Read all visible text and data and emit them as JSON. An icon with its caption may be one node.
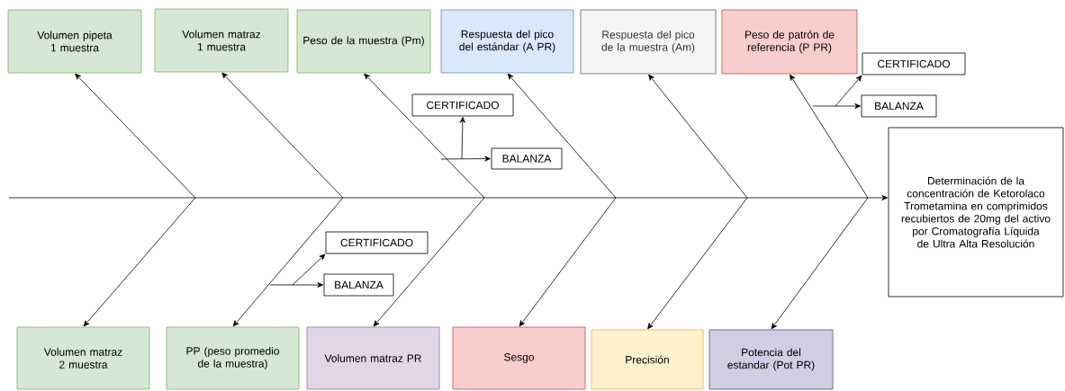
{
  "diagram": {
    "nodes": [
      {
        "text": [
          "Volumen pipeta 1 muestra"
        ]
      },
      {
        "text": [
          "Volumen matraz 1 muestra"
        ]
      },
      {
        "text": [
          "Peso de la muestra (Pm)"
        ]
      },
      {
        "text": [
          "Respuesta del pico del estándar (A PR)"
        ]
      },
      {
        "text": [
          "Respuesta del pico de la muestra (Am)"
        ]
      },
      {
        "text": [
          "Peso de patrón de referencia (P PR)"
        ]
      },
      {
        "text": [
          "CERTIFICADO"
        ]
      },
      {
        "text": [
          "CERTIFICADO"
        ]
      },
      {
        "text": [
          "BALANZA"
        ]
      },
      {
        "text": [
          "Determinación de la concentración de Ketorolaco Trometamina en comprimidos recubiertos de 20mg del activo por Cromatografía Líquida de Ultra Alta Resolución"
        ]
      },
      {
        "text": [
          "BALANZA"
        ]
      },
      {
        "text": [
          "CERTIFICADO"
        ]
      },
      {
        "text": [
          "BALANZA"
        ]
      },
      {
        "text": [
          "Volumen matraz 2 muestra"
        ]
      },
      {
        "text": [
          "PP (peso promedio de la muestra)"
        ]
      },
      {
        "text": [
          "Volumen matraz PR"
        ]
      },
      {
        "text": [
          "Sesgo"
        ]
      },
      {
        "text": [
          "Precisión"
        ]
      },
      {
        "text": [
          "Potencia del estandar (Pot PR)"
        ]
      }
    ],
    "edges": [
      {
        "from": null,
        "to": 9,
        "arrow": "to"
      },
      {
        "from": null,
        "to": 0,
        "arrow": "to"
      },
      {
        "from": null,
        "to": 1,
        "arrow": "to"
      },
      {
        "from": null,
        "to": 2,
        "arrow": "to"
      },
      {
        "from": null,
        "to": 3,
        "arrow": "to"
      },
      {
        "from": null,
        "to": 4,
        "arrow": "to"
      },
      {
        "from": null,
        "to": 5,
        "arrow": "to"
      },
      {
        "from": null,
        "to": 13,
        "arrow": "to"
      },
      {
        "from": null,
        "to": 14,
        "arrow": "to"
      },
      {
        "from": null,
        "to": 15,
        "arrow": "to"
      },
      {
        "from": null,
        "to": 16,
        "arrow": "to"
      },
      {
        "from": null,
        "to": 17,
        "arrow": "to"
      },
      {
        "from": null,
        "to": 18,
        "arrow": "to"
      },
      {
        "from": null,
        "to": 10,
        "arrow": "to"
      },
      {
        "from": null,
        "to": 7,
        "arrow": "to"
      },
      {
        "from": null,
        "to": 8,
        "arrow": "to"
      },
      {
        "from": null,
        "to": 6,
        "arrow": "to"
      },
      {
        "from": null,
        "to": 12,
        "arrow": "to"
      },
      {
        "from": null,
        "to": 11,
        "arrow": "to"
      }
    ]
  }
}
